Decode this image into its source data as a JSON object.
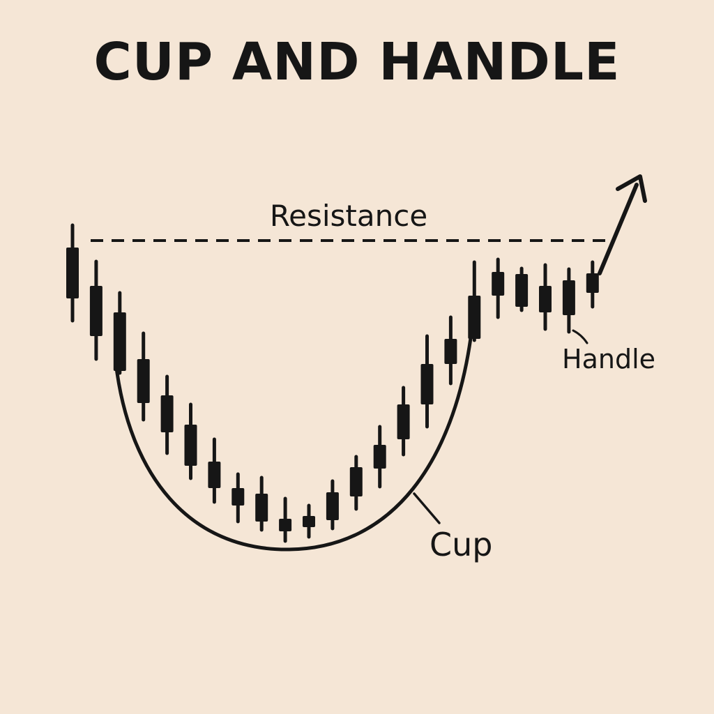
{
  "title": "CUP AND HANDLE",
  "labels": {
    "resistance": "Resistance",
    "cup": "Cup",
    "handle": "Handle"
  },
  "colors": {
    "background": "#f5e6d6",
    "ink": "#161616"
  },
  "icons": {
    "breakout": "arrow-up-right-icon"
  },
  "candles": [
    {
      "wt": 323,
      "bt": 355,
      "bb": 428,
      "wb": 460
    },
    {
      "wt": 375,
      "bt": 410,
      "bb": 482,
      "wb": 515
    },
    {
      "wt": 420,
      "bt": 448,
      "bb": 532,
      "wb": 535
    },
    {
      "wt": 478,
      "bt": 515,
      "bb": 578,
      "wb": 602
    },
    {
      "wt": 540,
      "bt": 567,
      "bb": 620,
      "wb": 650
    },
    {
      "wt": 580,
      "bt": 609,
      "bb": 668,
      "wb": 686
    },
    {
      "wt": 630,
      "bt": 662,
      "bb": 700,
      "wb": 720
    },
    {
      "wt": 680,
      "bt": 700,
      "bb": 725,
      "wb": 748
    },
    {
      "wt": 685,
      "bt": 708,
      "bb": 748,
      "wb": 760
    },
    {
      "wt": 715,
      "bt": 744,
      "bb": 762,
      "wb": 776
    },
    {
      "wt": 725,
      "bt": 740,
      "bb": 756,
      "wb": 770
    },
    {
      "wt": 690,
      "bt": 706,
      "bb": 746,
      "wb": 758
    },
    {
      "wt": 655,
      "bt": 670,
      "bb": 712,
      "wb": 730
    },
    {
      "wt": 612,
      "bt": 638,
      "bb": 672,
      "wb": 698
    },
    {
      "wt": 556,
      "bt": 580,
      "bb": 630,
      "wb": 652
    },
    {
      "wt": 482,
      "bt": 522,
      "bb": 580,
      "wb": 612
    },
    {
      "wt": 455,
      "bt": 486,
      "bb": 522,
      "wb": 550
    },
    {
      "wt": 376,
      "bt": 424,
      "bb": 486,
      "wb": 488
    },
    {
      "wt": 372,
      "bt": 390,
      "bb": 424,
      "wb": 455
    },
    {
      "wt": 385,
      "bt": 393,
      "bb": 440,
      "wb": 445
    },
    {
      "wt": 380,
      "bt": 410,
      "bb": 448,
      "wb": 472
    },
    {
      "wt": 386,
      "bt": 402,
      "bb": 452,
      "wb": 476
    },
    {
      "wt": 376,
      "bt": 392,
      "bb": 420,
      "wb": 440
    }
  ]
}
